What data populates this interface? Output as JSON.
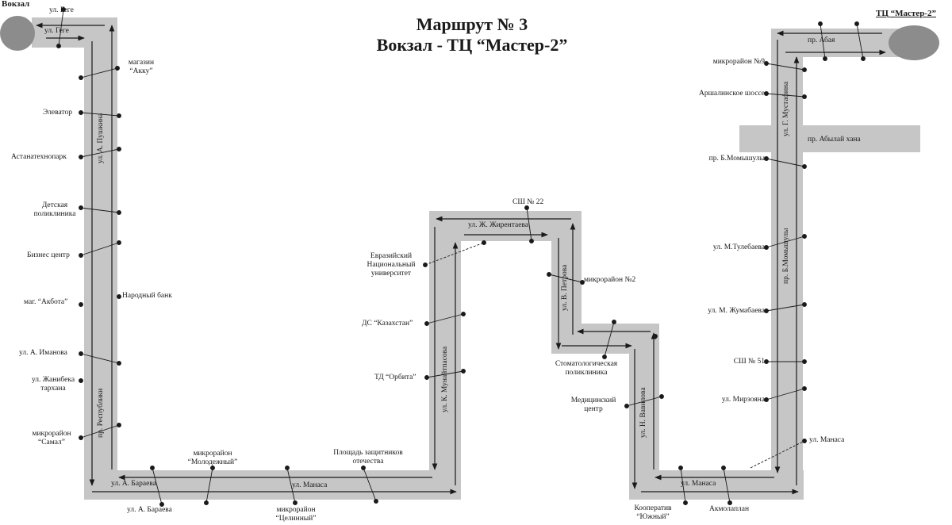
{
  "title": {
    "line1": "Маршрут № 3",
    "line2": "Вокзал - ТЦ “Мастер-2”"
  },
  "terminals": {
    "start": "Вокзал",
    "end": "ТЦ “Мастер-2”"
  },
  "streets": {
    "gege_top": "ул. Геге",
    "gege_inner": "ул. Геге",
    "pushkina": "ул. А. Пушкина",
    "respubliki": "пр. Республики",
    "baraeva_road": "ул. А. Бараева",
    "manasa_road_1": "ул.  Манаса",
    "munaitpasova": "ул. К. Мунайтпасова",
    "zhirentaeva": "ул.  Ж. Жирентаева",
    "petrova": "ул. В. Петрова",
    "vavilova": "ул. Н. Вавилова",
    "manasa_road_2": "ул.  Манаса",
    "momyshuly": "пр. Б.Момышулы",
    "mustafina": "ул.  Г. Мустафина",
    "abaya": "пр. Абая",
    "abylai_khana": "пр. Абылай хана"
  },
  "stops": {
    "magazin_akku": [
      "магазин",
      "“Акку”"
    ],
    "elevator": "Элеватор",
    "astanatekhnopark": "Астанатехнопарк",
    "detskaya_poliklinika": [
      "Детская",
      "поликлиника"
    ],
    "biznes_tsentr": "Бизнес центр",
    "mag_akbota": "маг. “Акбота”",
    "narodny_bank": "Народный банк",
    "imanova": "ул. А. Иманова",
    "zhanibeka": [
      "ул. Жанибека",
      "тархана"
    ],
    "samal": [
      "микрорайон",
      "“Самал”"
    ],
    "baraeva_stop": "ул. А. Бараева",
    "molodezhny": [
      "микрорайон",
      "“Молодежный”"
    ],
    "tselinny": [
      "микрорайон",
      "“Целинный”"
    ],
    "ploshchad": [
      "Площадь защитников",
      "отечества"
    ],
    "enu": [
      "Евразийский",
      "Национальный",
      "университет"
    ],
    "ds_kazakhstan": "ДС “Казахстан”",
    "td_orbita": "ТД “Орбита”",
    "sh22": "СШ № 22",
    "mkr2": "микрорайон №2",
    "stomat": [
      "Стоматологическая",
      "поликлиника"
    ],
    "med_tsentr": [
      "Медицинский",
      "центр"
    ],
    "koop_yuzhny": [
      "Кооператив",
      "“Южный”"
    ],
    "akmolaplan": "Акмолаплан",
    "manasa_stop": "ул. Манаса",
    "mirzoyana": "ул. Мирзояна",
    "sh51": "СШ № 51",
    "zhumabaeva": "ул. М. Жумабаева",
    "tulebaeva": "ул. М.Тулебаева",
    "momyshuly_stop": "пр. Б.Момышулы",
    "arshalinskoe": "Аршалинское шоссе",
    "mkr9": "микрорайон №9"
  },
  "colors": {
    "road": "#c6c6c6",
    "terminal": "#8c8c8c",
    "ink": "#1a1a1a"
  }
}
